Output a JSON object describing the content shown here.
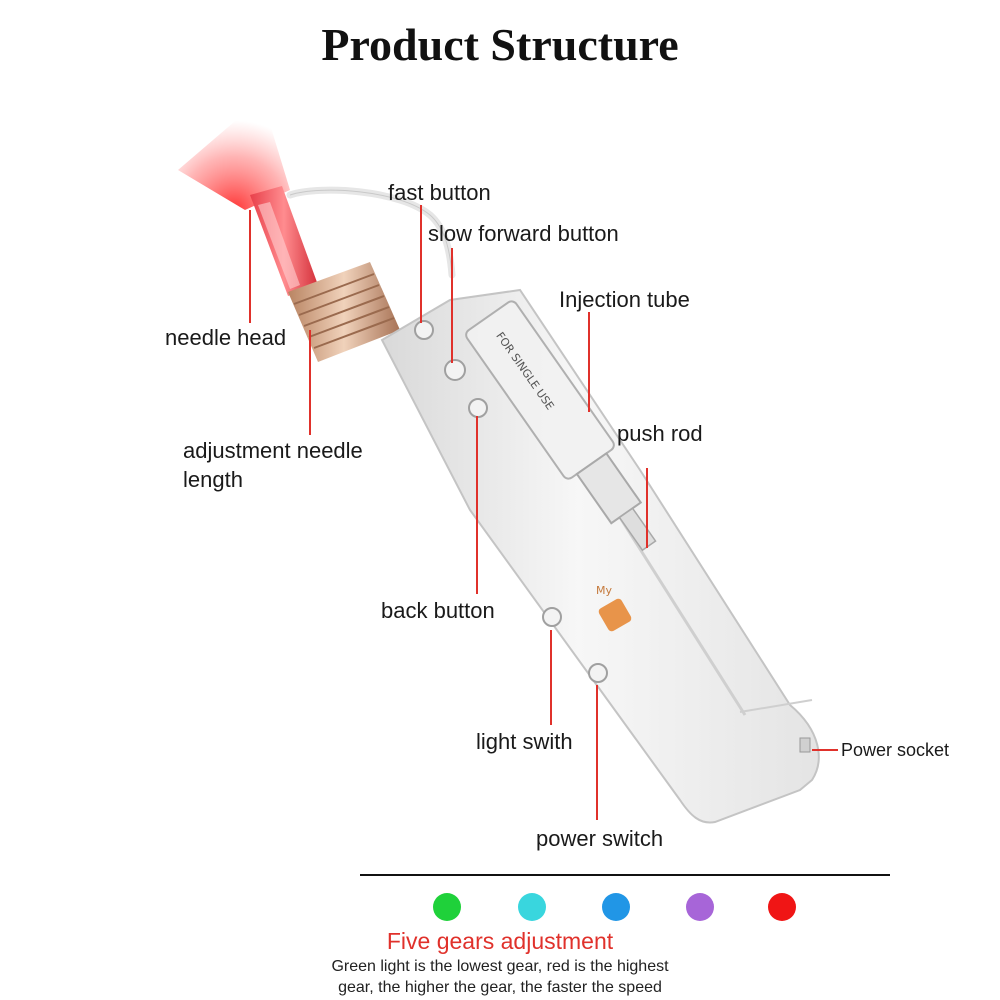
{
  "title": "Product Structure",
  "labels": {
    "fast_button": "fast button",
    "slow_forward_button": "slow forward button",
    "injection_tube": "Injection tube",
    "needle_head": "needle head",
    "push_rod": "push rod",
    "adjustment_line1": "adjustment needle",
    "adjustment_line2": "length",
    "back_button": "back button",
    "light_switch": "light swith",
    "power_socket": "Power socket",
    "power_switch": "power switch"
  },
  "device": {
    "syringe_text": "FOR SINGLE USE",
    "logo_text": "My"
  },
  "gears": {
    "colors": [
      "#1fd13a",
      "#39d6de",
      "#2196e6",
      "#a765d8",
      "#f01515"
    ],
    "title": "Five gears adjustment",
    "desc_line1": "Green light is the lowest gear, red is the highest",
    "desc_line2": "gear, the higher the gear, the faster the speed"
  },
  "accent_color": "#e0312b"
}
